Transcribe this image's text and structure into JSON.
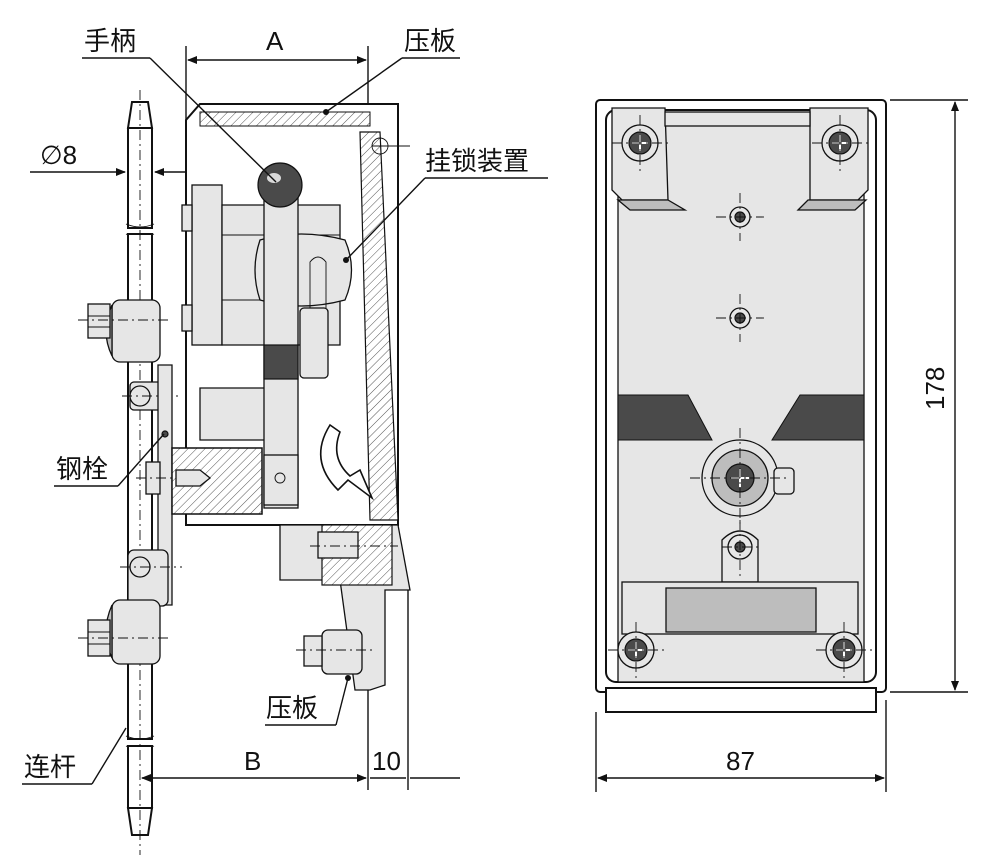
{
  "labels": {
    "handle": "手柄",
    "pressure_plate_top": "压板",
    "hasp_device": "挂锁装置",
    "steel_bolt": "钢栓",
    "pressure_plate_bottom": "压板",
    "link_rod": "连杆"
  },
  "dimensions": {
    "a": "A",
    "b": "B",
    "diameter": "∅8",
    "offset": "10",
    "height": "178",
    "width": "87"
  }
}
